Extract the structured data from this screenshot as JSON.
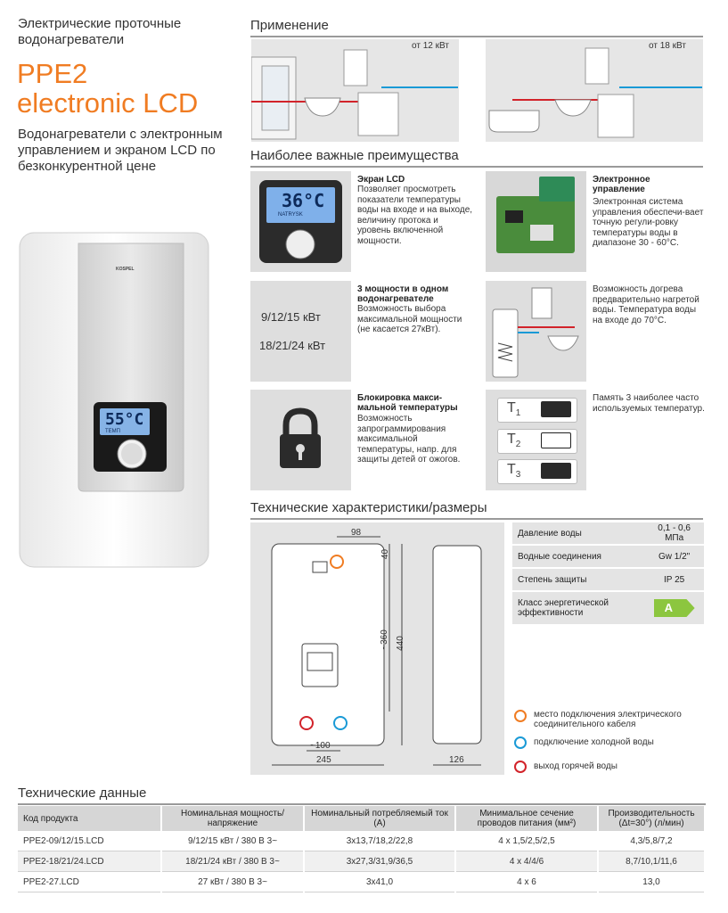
{
  "header": {
    "subtitle": "Электрические проточные водонагреватели",
    "model_line1": "PPE2",
    "model_line2": "electronic LCD",
    "description": "Водонагреватели с электронным управлением и экраном LCD по безконкурентной цене"
  },
  "product": {
    "display_temp": "55°C",
    "display_small": "ТЕМП",
    "brand": "KOSPEL"
  },
  "application": {
    "title": "Применение",
    "left_label": "от 12 кВт",
    "right_label": "от 18 кВт"
  },
  "advantages": {
    "title": "Наиболее важные преимущества",
    "lcd": {
      "title": "Экран LCD",
      "text": "Позволяет просмотреть показатели температуры воды на входе и на выходе, величину протока и уровень включенной мощности.",
      "display": "36°C",
      "display_small": "NATRYSK"
    },
    "electronic": {
      "title": "Электронное управление",
      "text": "Электронная система управления обеспечи-вает точную регули-ровку температуры воды в диапазоне 30 - 60°C."
    },
    "power": {
      "title": "3 мощности в одном водонагревателе",
      "text": "Возможность выбора максимальной мощности (не касается 27кВт).",
      "option1": "9/12/15 кВт",
      "option2": "18/21/24 кВт"
    },
    "preheat": {
      "text": "Возможность догрева предварительно нагретой воды. Температура воды на входе до 70°C."
    },
    "lock": {
      "title": "Блокировка макси-мальной температуры",
      "text": "Возможность запрограммирования максимальной температуры, напр. для защиты детей от ожогов."
    },
    "memory": {
      "text": "Память 3 наиболее часто используемых температур.",
      "t1": "T",
      "t1_sub": "1",
      "t2": "T",
      "t2_sub": "2",
      "t3": "T",
      "t3_sub": "3"
    }
  },
  "dimensions": {
    "title": "Технические характеристики/размеры",
    "d98": "98",
    "d40": "40",
    "d360": "~360",
    "d440": "440",
    "d100": "~100",
    "d245": "245",
    "d126": "126"
  },
  "specs": [
    {
      "key": "Давление воды",
      "value": "0,1 - 0,6 МПа"
    },
    {
      "key": "Водные соединения",
      "value": "Gw 1/2\""
    },
    {
      "key": "Степень защиты",
      "value": "IP 25"
    },
    {
      "key": "Класс энергетической эффективности",
      "value": "A"
    }
  ],
  "legend": {
    "electric": "место подключения электрического соединительного кабеля",
    "cold": "подключение холодной воды",
    "hot": "выход горячей воды"
  },
  "colors": {
    "orange": "#f07c22",
    "cold_blue": "#1a9ad6",
    "hot_red": "#d2232a",
    "energy_green": "#8cc63f"
  },
  "tech": {
    "title": "Технические данные",
    "headers": [
      "Код продукта",
      "Номинальная мощность/напряжение",
      "Номинальный потребляемый ток (А)",
      "Минимальное сечение проводов питания (мм²)",
      "Производительность (Δt=30°) (л/мин)"
    ],
    "rows": [
      [
        "PPE2-09/12/15.LCD",
        "9/12/15 кВт / 380 В 3~",
        "3x13,7/18,2/22,8",
        "4 x 1,5/2,5/2,5",
        "4,3/5,8/7,2"
      ],
      [
        "PPE2-18/21/24.LCD",
        "18/21/24 кВт / 380 В 3~",
        "3x27,3/31,9/36,5",
        "4 x 4/4/6",
        "8,7/10,1/11,6"
      ],
      [
        "PPE2-27.LCD",
        "27 кВт / 380 В 3~",
        "3x41,0",
        "4 x 6",
        "13,0"
      ]
    ]
  }
}
